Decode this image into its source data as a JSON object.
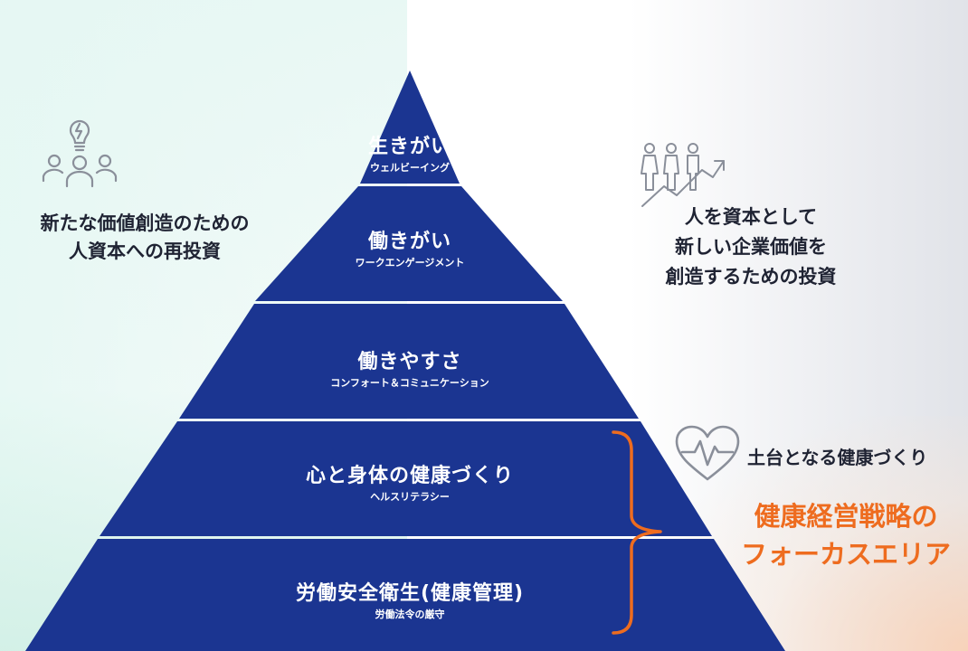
{
  "pyramid": {
    "layers": [
      {
        "title": "生きがい",
        "subtitle": "ウェルビーイング"
      },
      {
        "title": "働きがい",
        "subtitle": "ワークエンゲージメント"
      },
      {
        "title": "働きやすさ",
        "subtitle": "コンフォート＆コミュニケーション"
      },
      {
        "title": "心と身体の健康づくり",
        "subtitle": "ヘルスリテラシー"
      },
      {
        "title": "労働安全衛生(健康管理)",
        "subtitle": "労働法令の厳守"
      }
    ]
  },
  "left": {
    "line1": "新たな価値創造のための",
    "line2": "人資本への再投資",
    "icon": "team-lightbulb-icon"
  },
  "right": {
    "line1": "人を資本として",
    "line2": "新しい企業価値を",
    "line3": "創造するための投資",
    "icon": "people-growth-arrow-icon"
  },
  "foundation": {
    "label": "土台となる健康づくり",
    "icon": "heart-pulse-icon"
  },
  "focus": {
    "line1": "健康経営戦略の",
    "line2": "フォーカスエリア"
  },
  "colors": {
    "pyramid": "#1b3591",
    "accent": "#ee6c1f",
    "text": "#1f2333",
    "icon": "#8a8f9a"
  }
}
